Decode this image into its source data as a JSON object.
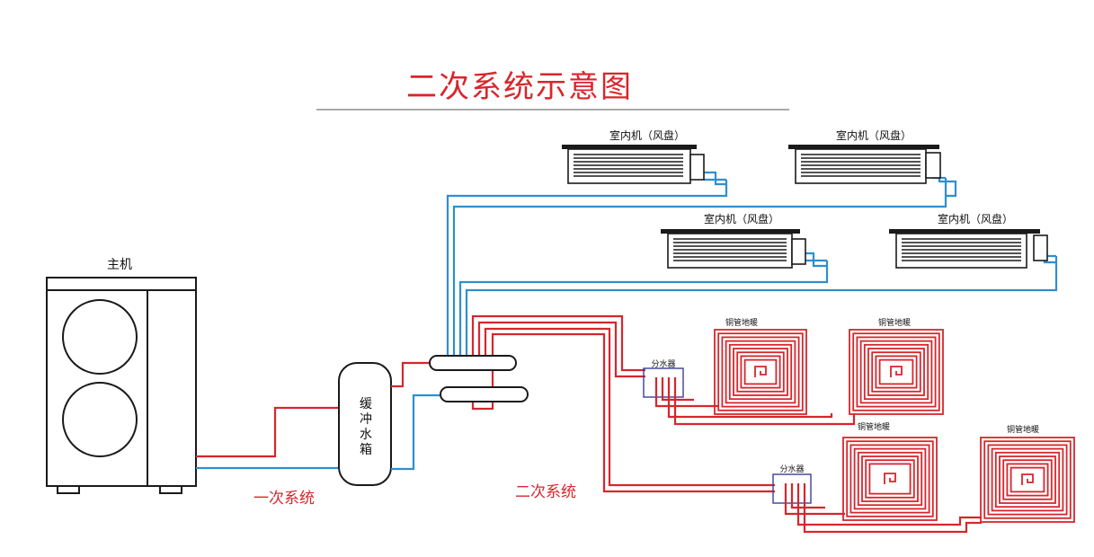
{
  "title": "二次系统示意图",
  "main_unit_label": "主机",
  "buffer_tank_label": [
    "缓",
    "冲",
    "水",
    "箱"
  ],
  "fan_coil_label": "室内机（风盘）",
  "floor_heating_label": "铜管地暖",
  "manifold_label": "分水器",
  "primary_system_label": "一次系统",
  "secondary_system_label": "二次系统",
  "colors": {
    "title": "#d7262c",
    "hot_pipe": "#d7262c",
    "cold_pipe": "#2e8fcf",
    "outline": "#1a1a1a",
    "manifold_box": "#3b3f9a"
  }
}
